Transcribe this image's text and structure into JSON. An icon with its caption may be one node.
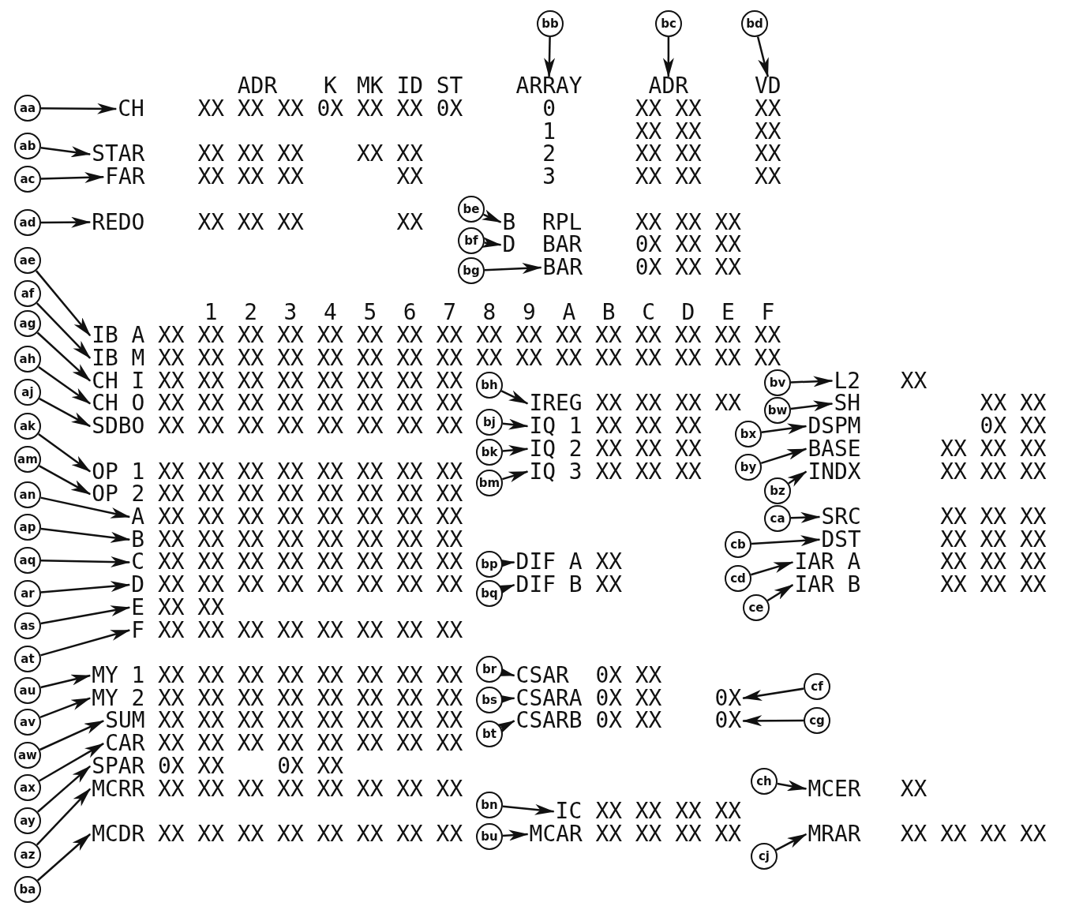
{
  "diagram": {
    "nodes": [
      {
        "text": [
          "aa"
        ]
      },
      {
        "text": [
          "CH"
        ]
      },
      {
        "text": [
          "ab"
        ]
      },
      {
        "text": [
          "STAR"
        ]
      },
      {
        "text": [
          "ac"
        ]
      },
      {
        "text": [
          "FAR"
        ]
      },
      {
        "text": [
          "ad"
        ]
      },
      {
        "text": [
          "REDO"
        ]
      },
      {
        "text": [
          "bb"
        ]
      },
      {
        "text": [
          "ARRAY"
        ]
      },
      {
        "text": [
          "bc"
        ]
      },
      {
        "text": [
          "ADR"
        ]
      },
      {
        "text": [
          "bd"
        ]
      },
      {
        "text": [
          "VD"
        ]
      },
      {
        "text": [
          "be"
        ]
      },
      {
        "text": [
          "B RPL"
        ]
      },
      {
        "text": [
          "bf"
        ]
      },
      {
        "text": [
          "D BAR"
        ]
      },
      {
        "text": [
          "bg"
        ]
      },
      {
        "text": [
          "BAR"
        ]
      },
      {
        "text": [
          "ae"
        ]
      },
      {
        "text": [
          "IB A"
        ]
      },
      {
        "text": [
          "af"
        ]
      },
      {
        "text": [
          "IB M"
        ]
      },
      {
        "text": [
          "ag"
        ]
      },
      {
        "text": [
          "CH I"
        ]
      },
      {
        "text": [
          "ah"
        ]
      },
      {
        "text": [
          "CH O"
        ]
      },
      {
        "text": [
          "aj"
        ]
      },
      {
        "text": [
          "SDBO"
        ]
      },
      {
        "text": [
          "ak"
        ]
      },
      {
        "text": [
          "OP 1"
        ]
      },
      {
        "text": [
          "am"
        ]
      },
      {
        "text": [
          "OP 2"
        ]
      },
      {
        "text": [
          "an"
        ]
      },
      {
        "text": [
          "A"
        ]
      },
      {
        "text": [
          "ap"
        ]
      },
      {
        "text": [
          "B"
        ]
      },
      {
        "text": [
          "aq"
        ]
      },
      {
        "text": [
          "C"
        ]
      },
      {
        "text": [
          "ar"
        ]
      },
      {
        "text": [
          "D"
        ]
      },
      {
        "text": [
          "as"
        ]
      },
      {
        "text": [
          "E"
        ]
      },
      {
        "text": [
          "at"
        ]
      },
      {
        "text": [
          "F"
        ]
      },
      {
        "text": [
          "au"
        ]
      },
      {
        "text": [
          "MY 1"
        ]
      },
      {
        "text": [
          "av"
        ]
      },
      {
        "text": [
          "MY 2"
        ]
      },
      {
        "text": [
          "aw"
        ]
      },
      {
        "text": [
          "SUM"
        ]
      },
      {
        "text": [
          "ax"
        ]
      },
      {
        "text": [
          "CAR"
        ]
      },
      {
        "text": [
          "ay"
        ]
      },
      {
        "text": [
          "SPAR"
        ]
      },
      {
        "text": [
          "az"
        ]
      },
      {
        "text": [
          "MCRR"
        ]
      },
      {
        "text": [
          "ba"
        ]
      },
      {
        "text": [
          "MCDR"
        ]
      },
      {
        "text": [
          "bh"
        ]
      },
      {
        "text": [
          "IREG"
        ]
      },
      {
        "text": [
          "bj"
        ]
      },
      {
        "text": [
          "IQ 1"
        ]
      },
      {
        "text": [
          "bk"
        ]
      },
      {
        "text": [
          "IQ 2"
        ]
      },
      {
        "text": [
          "bm"
        ]
      },
      {
        "text": [
          "IQ 3"
        ]
      },
      {
        "text": [
          "bp"
        ]
      },
      {
        "text": [
          "DIF A"
        ]
      },
      {
        "text": [
          "bq"
        ]
      },
      {
        "text": [
          "DIF B"
        ]
      },
      {
        "text": [
          "br"
        ]
      },
      {
        "text": [
          "CSAR"
        ]
      },
      {
        "text": [
          "bs"
        ]
      },
      {
        "text": [
          "CSARA"
        ]
      },
      {
        "text": [
          "bt"
        ]
      },
      {
        "text": [
          "CSARB"
        ]
      },
      {
        "text": [
          "bn"
        ]
      },
      {
        "text": [
          "IC"
        ]
      },
      {
        "text": [
          "bu"
        ]
      },
      {
        "text": [
          "MCAR"
        ]
      },
      {
        "text": [
          "bv"
        ]
      },
      {
        "text": [
          "L2"
        ]
      },
      {
        "text": [
          "bw"
        ]
      },
      {
        "text": [
          "SH"
        ]
      },
      {
        "text": [
          "bx"
        ]
      },
      {
        "text": [
          "DSPM"
        ]
      },
      {
        "text": [
          "by"
        ]
      },
      {
        "text": [
          "BASE"
        ]
      },
      {
        "text": [
          "bz"
        ]
      },
      {
        "text": [
          "INDX"
        ]
      },
      {
        "text": [
          "ca"
        ]
      },
      {
        "text": [
          "SRC"
        ]
      },
      {
        "text": [
          "cb"
        ]
      },
      {
        "text": [
          "DST"
        ]
      },
      {
        "text": [
          "cd"
        ]
      },
      {
        "text": [
          "IAR A"
        ]
      },
      {
        "text": [
          "ce"
        ]
      },
      {
        "text": [
          "IAR B"
        ]
      },
      {
        "text": [
          "cf"
        ]
      },
      {
        "text": [
          "0X"
        ]
      },
      {
        "text": [
          "cg"
        ]
      },
      {
        "text": [
          "0X"
        ]
      },
      {
        "text": [
          "ch"
        ]
      },
      {
        "text": [
          "MCER"
        ]
      },
      {
        "text": [
          "cj"
        ]
      },
      {
        "text": [
          "MRAR"
        ]
      }
    ],
    "edges": [
      {
        "from": 0,
        "to": 1,
        "arrow": "to"
      },
      {
        "from": 2,
        "to": 3,
        "arrow": "to"
      },
      {
        "from": 4,
        "to": 5,
        "arrow": "to"
      },
      {
        "from": 6,
        "to": 7,
        "arrow": "to"
      },
      {
        "from": 8,
        "to": 9,
        "arrow": "to"
      },
      {
        "from": 10,
        "to": 11,
        "arrow": "to"
      },
      {
        "from": 12,
        "to": 13,
        "arrow": "to"
      },
      {
        "from": 14,
        "to": 15,
        "arrow": "to"
      },
      {
        "from": 16,
        "to": 17,
        "arrow": "to"
      },
      {
        "from": 18,
        "to": 19,
        "arrow": "to"
      },
      {
        "from": 20,
        "to": 21,
        "arrow": "to"
      },
      {
        "from": 22,
        "to": 23,
        "arrow": "to"
      },
      {
        "from": 24,
        "to": 25,
        "arrow": "to"
      },
      {
        "from": 26,
        "to": 27,
        "arrow": "to"
      },
      {
        "from": 28,
        "to": 29,
        "arrow": "to"
      },
      {
        "from": 30,
        "to": 31,
        "arrow": "to"
      },
      {
        "from": 32,
        "to": 33,
        "arrow": "to"
      },
      {
        "from": 34,
        "to": 35,
        "arrow": "to"
      },
      {
        "from": 36,
        "to": 37,
        "arrow": "to"
      },
      {
        "from": 38,
        "to": 39,
        "arrow": "to"
      },
      {
        "from": 40,
        "to": 41,
        "arrow": "to"
      },
      {
        "from": 42,
        "to": 43,
        "arrow": "to"
      },
      {
        "from": 44,
        "to": 45,
        "arrow": "to"
      },
      {
        "from": 46,
        "to": 47,
        "arrow": "to"
      },
      {
        "from": 48,
        "to": 49,
        "arrow": "to"
      },
      {
        "from": 50,
        "to": 51,
        "arrow": "to"
      },
      {
        "from": 52,
        "to": 53,
        "arrow": "to"
      },
      {
        "from": 54,
        "to": 55,
        "arrow": "to"
      },
      {
        "from": 56,
        "to": 57,
        "arrow": "to"
      },
      {
        "from": 58,
        "to": 59,
        "arrow": "to"
      },
      {
        "from": 60,
        "to": 61,
        "arrow": "to"
      },
      {
        "from": 62,
        "to": 63,
        "arrow": "to"
      },
      {
        "from": 64,
        "to": 65,
        "arrow": "to"
      },
      {
        "from": 66,
        "to": 67,
        "arrow": "to"
      },
      {
        "from": 68,
        "to": 69,
        "arrow": "to"
      },
      {
        "from": 70,
        "to": 71,
        "arrow": "to"
      },
      {
        "from": 72,
        "to": 73,
        "arrow": "to"
      },
      {
        "from": 74,
        "to": 75,
        "arrow": "to"
      },
      {
        "from": 76,
        "to": 77,
        "arrow": "to"
      },
      {
        "from": 78,
        "to": 79,
        "arrow": "to"
      },
      {
        "from": 80,
        "to": 81,
        "arrow": "to"
      },
      {
        "from": 82,
        "to": 83,
        "arrow": "to"
      },
      {
        "from": 84,
        "to": 85,
        "arrow": "to"
      },
      {
        "from": 86,
        "to": 87,
        "arrow": "to"
      },
      {
        "from": 88,
        "to": 89,
        "arrow": "to"
      },
      {
        "from": 90,
        "to": 91,
        "arrow": "to"
      },
      {
        "from": 92,
        "to": 93,
        "arrow": "to"
      },
      {
        "from": 94,
        "to": 95,
        "arrow": "to"
      },
      {
        "from": 96,
        "to": 97,
        "arrow": "to"
      },
      {
        "from": 98,
        "to": 99,
        "arrow": "to"
      },
      {
        "from": 100,
        "to": 101,
        "arrow": "to"
      },
      {
        "from": 102,
        "to": 103,
        "arrow": "to"
      },
      {
        "from": 104,
        "to": 105,
        "arrow": "to"
      },
      {
        "from": 106,
        "to": 107,
        "arrow": "to"
      }
    ],
    "labels": [
      "ADR",
      "K",
      "MK",
      "ID",
      "ST",
      "XX XX XX 0X XX XX 0X",
      "0",
      "XX XX",
      "XX",
      "1",
      "XX XX",
      "XX",
      "XX XX XX",
      "XX XX",
      "2",
      "XX XX",
      "XX",
      "XX XX XX",
      "XX",
      "3",
      "XX XX",
      "XX",
      "XX XX XX",
      "XX",
      "XX XX XX",
      "0X XX XX",
      "0X XX XX",
      "1",
      "2",
      "3",
      "4",
      "5",
      "6",
      "7",
      "8",
      "9",
      "A",
      "B",
      "C",
      "D",
      "E",
      "F",
      "XX XX XX XX XX XX XX XX XX XX XX XX XX XX XX XX",
      "XX XX XX XX XX XX XX XX XX XX XX XX XX XX XX XX",
      "XX XX XX XX XX XX XX XX",
      "XX",
      "XX XX XX XX XX XX XX XX",
      "XX XX XX XX",
      "XX XX",
      "XX XX XX XX XX XX XX XX",
      "XX XX XX",
      "0X XX",
      "XX XX XX",
      "XX XX XX",
      "XX XX XX XX XX XX XX XX",
      "XX XX XX",
      "XX XX XX",
      "XX XX XX XX XX XX XX XX",
      "XX XX XX XX XX XX XX XX",
      "XX XX XX",
      "XX XX XX XX XX XX XX XX",
      "XX XX XX",
      "XX XX XX XX XX XX XX XX",
      "XX",
      "XX XX XX",
      "XX XX XX XX XX XX XX XX",
      "XX",
      "XX XX XX",
      "XX XX",
      "XX XX XX XX XX XX XX XX",
      "XX XX XX XX XX XX XX XX",
      "0X XX",
      "XX XX XX XX XX XX XX XX",
      "0X XX",
      "XX XX XX XX XX XX XX XX",
      "0X XX",
      "XX XX XX XX XX XX XX XX",
      "0X XX",
      "0X XX",
      "XX XX XX XX XX XX XX XX",
      "XX",
      "XX XX XX XX",
      "XX XX XX XX XX XX XX XX",
      "XX XX XX XX",
      "XX XX XX XX"
    ]
  }
}
